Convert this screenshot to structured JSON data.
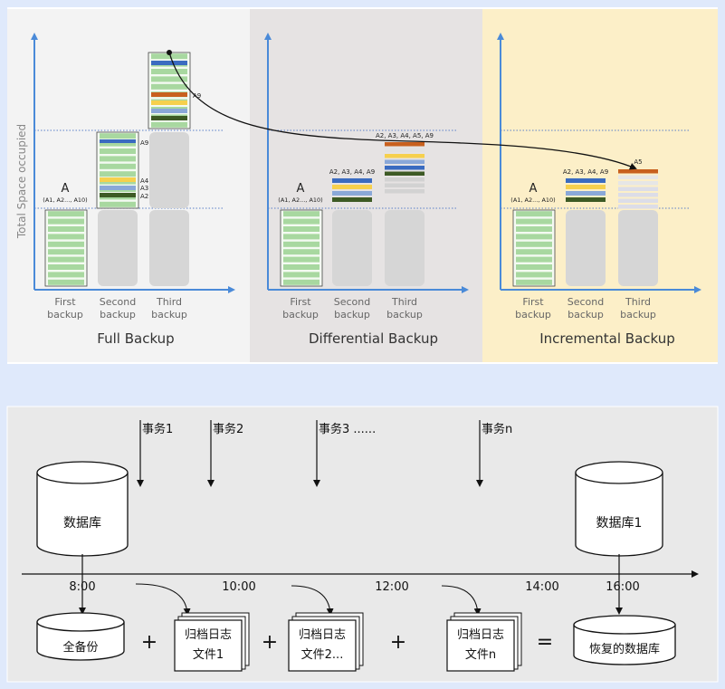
{
  "top_panel": {
    "y_axis_label": "Total Space occupied",
    "x_labels": [
      [
        "First",
        "backup"
      ],
      [
        "Second",
        "backup"
      ],
      [
        "Third",
        "backup"
      ]
    ],
    "sections": [
      {
        "title": "Full Backup",
        "bg": "#f3f3f3",
        "block_a": "A",
        "block_a_sub": "(A1, A2..., A10)",
        "second_labels": [
          "A9",
          "A4",
          "A3",
          "A2"
        ],
        "third_label": "A9"
      },
      {
        "title": "Differential Backup",
        "bg": "#e6e3e3",
        "block_a": "A",
        "block_a_sub": "(A1, A2..., A10)",
        "second_label": "A2, A3, A4, A9",
        "third_label": "A2, A3, A4, A5, A9"
      },
      {
        "title": "Incremental Backup",
        "bg": "#fcefc8",
        "block_a": "A",
        "block_a_sub": "(A1, A2..., A10)",
        "second_label": "A2, A3, A4, A9",
        "third_label": "A5"
      }
    ],
    "colors": {
      "green": "#a8d8a0",
      "blue": "#3a6bc0",
      "lightblue": "#8aa8d8",
      "yellow": "#f6d04d",
      "orange": "#c8601e",
      "darkgreen": "#3d5a25",
      "gray": "#d6d6d6",
      "axis": "#4a8ad8"
    }
  },
  "bottom_panel": {
    "transactions": [
      "事务1",
      "事务2",
      "事务3 ......",
      "事务n"
    ],
    "db_left": "数据库",
    "db_right": "数据库1",
    "times": [
      "8:00",
      "10:00",
      "12:00",
      "14:00",
      "16:00"
    ],
    "full_backup": "全备份",
    "logs": [
      [
        "归档日志",
        "文件1"
      ],
      [
        "归档日志",
        "文件2..."
      ],
      [
        "归档日志",
        "文件n"
      ]
    ],
    "restored": "恢复的数据库",
    "plus": "+",
    "equals": "="
  }
}
